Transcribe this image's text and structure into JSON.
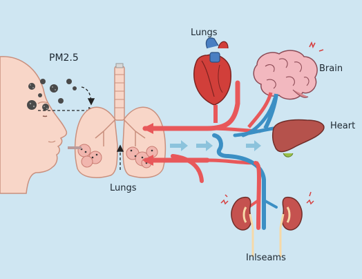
{
  "labels": {
    "pm": "PM2.5",
    "lungs_top": "Lungs",
    "brain": "Brain",
    "heart": "Heart",
    "lungs_bottom": "Lungs",
    "kidneys": "Inlseams"
  },
  "colors": {
    "background": "#cfe6f2",
    "skin": "#f8d6c8",
    "skin_outline": "#c98f7d",
    "artery": "#e8585a",
    "vein": "#3b8fc4",
    "arrow_light": "#8cc3dc",
    "particle": "#4a4a4a",
    "brain": "#f2b8bf",
    "liver": "#b5524c",
    "kidney": "#c5524f",
    "heart": "#d13f3a"
  },
  "icons": {
    "person": "face-profile-icon",
    "particles": "pm25-particles-icon",
    "lungs": "lungs-icon",
    "heart": "heart-icon",
    "brain": "brain-icon",
    "liver": "liver-icon",
    "kidneys": "kidneys-icon"
  }
}
